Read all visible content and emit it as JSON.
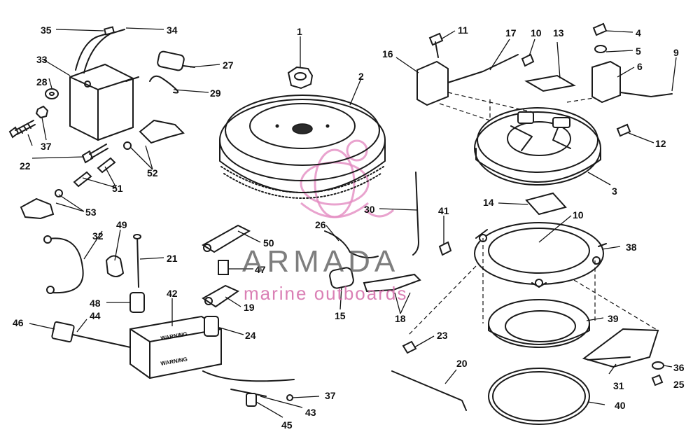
{
  "watermark": {
    "title": "ARMADA",
    "subtitle": "marine outboards"
  },
  "module_marks": {
    "warning_top": "WARNING",
    "warning_side": "WARNING"
  },
  "callouts": {
    "c1": "1",
    "c2": "2",
    "c3": "3",
    "c4": "4",
    "c5": "5",
    "c6": "6",
    "c9": "9",
    "c10a": "10",
    "c10b": "10",
    "c11": "11",
    "c12": "12",
    "c13": "13",
    "c14": "14",
    "c15": "15",
    "c16": "16",
    "c17": "17",
    "c18": "18",
    "c19": "19",
    "c20": "20",
    "c21": "21",
    "c22": "22",
    "c23": "23",
    "c24": "24",
    "c25": "25",
    "c26": "26",
    "c27": "27",
    "c28": "28",
    "c29": "29",
    "c30": "30",
    "c31": "31",
    "c32": "32",
    "c33": "33",
    "c34": "34",
    "c35": "35",
    "c36": "36",
    "c37a": "37",
    "c37b": "37",
    "c38": "38",
    "c39": "39",
    "c40": "40",
    "c41": "41",
    "c42": "42",
    "c43": "43",
    "c44": "44",
    "c45": "45",
    "c46": "46",
    "c47": "47",
    "c48": "48",
    "c49": "49",
    "c50": "50",
    "c51": "51",
    "c52": "52",
    "c53": "53"
  },
  "colors": {
    "ink": "#1a1a1a",
    "watermark_gray": "#5a5a5a",
    "watermark_pink": "#d46aa8"
  }
}
